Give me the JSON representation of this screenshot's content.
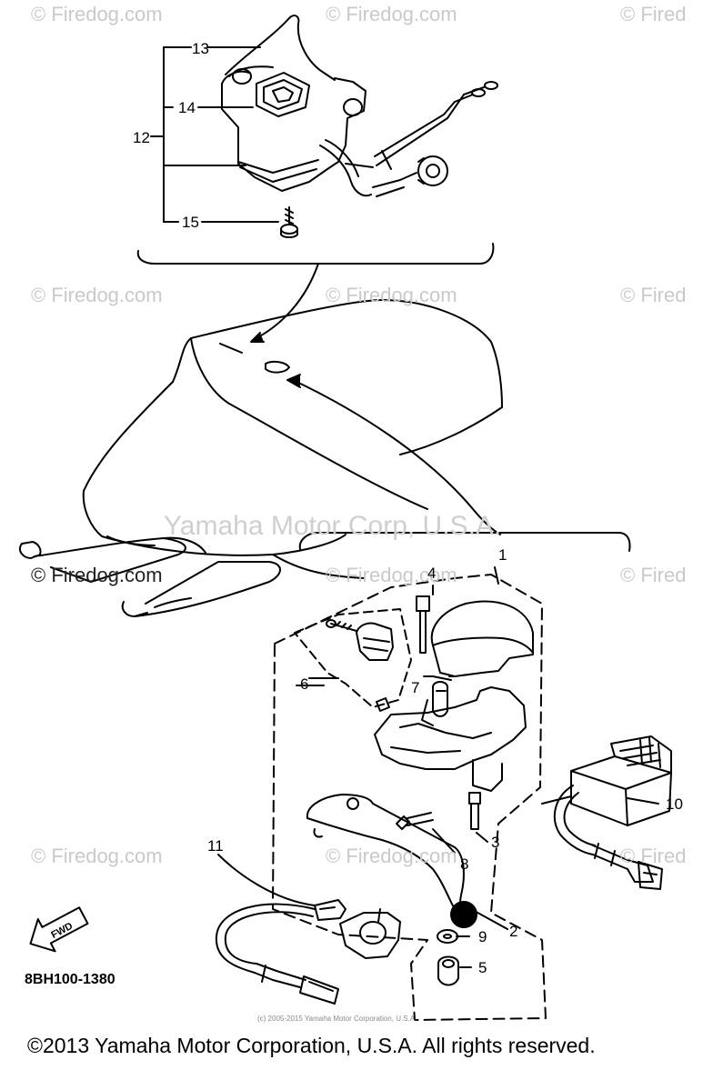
{
  "watermarks": {
    "firedog": "© Firedog.com",
    "firedog_short": "© Fired",
    "center": "Yamaha Motor Corp, U.S.A."
  },
  "callouts": {
    "n1": "1",
    "n2": "2",
    "n3": "3",
    "n4": "4",
    "n5": "5",
    "n6": "6",
    "n7": "7",
    "n8": "8",
    "n9": "9",
    "n10": "10",
    "n11": "11",
    "n12": "12",
    "n13": "13",
    "n14": "14",
    "n15": "15"
  },
  "fwd_label": "FWD",
  "diagram_code": "8BH100-1380",
  "small_copyright": "(c) 2005-2015 Yamaha Motor Corporation, U.S.A.",
  "footer": "©2013 Yamaha Motor Corporation, U.S.A. All rights reserved."
}
